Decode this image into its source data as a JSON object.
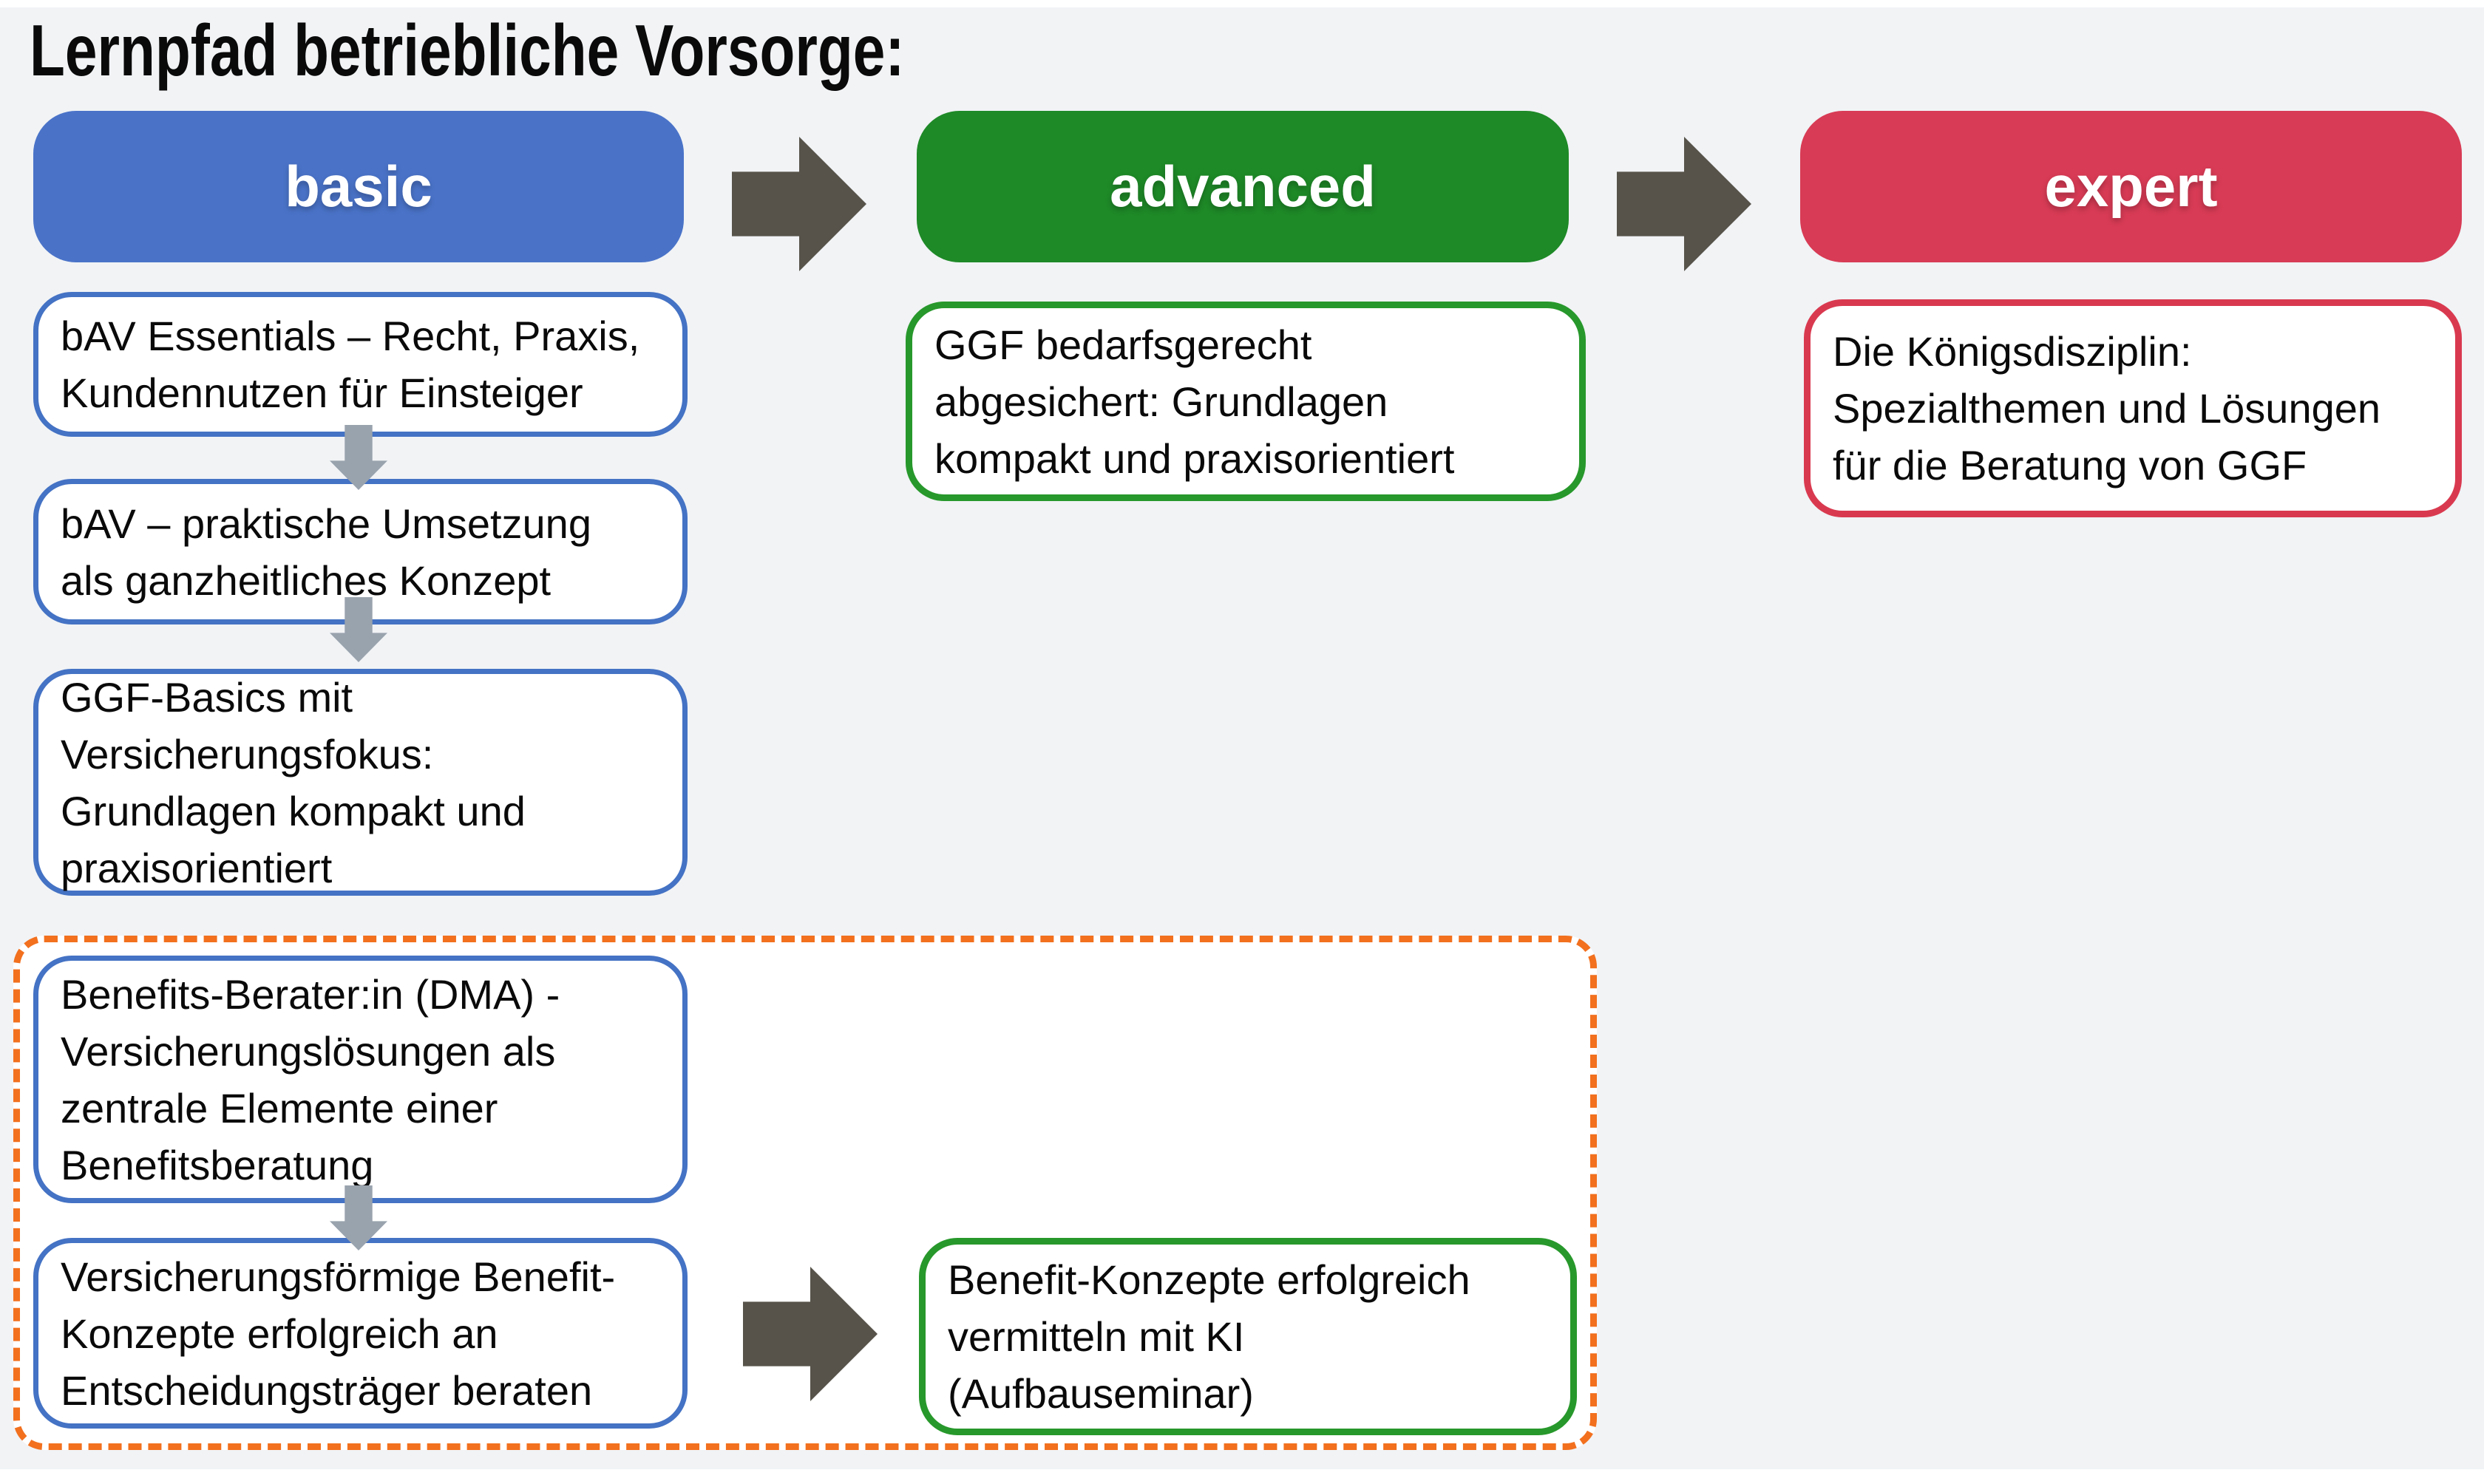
{
  "title": "Lernpfad betriebliche Vorsorge:",
  "levels": [
    {
      "label": "basic",
      "courses": [
        "bAV Essentials – Recht, Praxis,\nKundennutzen für Einsteiger",
        "bAV – praktische Umsetzung\nals ganzheitliches Konzept",
        "GGF-Basics mit\nVersicherungsfokus:\nGrundlagen kompakt und\npraxisorientiert",
        "Benefits-Berater:in (DMA) -\nVersicherungslösungen als\nzentrale Elemente einer\nBenefitsberatung",
        "Versicherungsförmige Benefit-\nKonzepte erfolgreich an\nEntscheidungsträger beraten"
      ]
    },
    {
      "label": "advanced",
      "courses": [
        "GGF bedarfsgerecht\nabgesichert: Grundlagen\nkompakt und praxisorientiert",
        "Benefit-Konzepte erfolgreich\nvermitteln mit KI\n(Aufbauseminar)"
      ]
    },
    {
      "label": "expert",
      "courses": [
        "Die Königsdisziplin:\nSpezialthemen und Lösungen\nfür die Beratung von GGF"
      ]
    }
  ],
  "colors": {
    "basic_fill": "#4A73C8",
    "basic_border": "#4472C4",
    "advanced_fill": "#1E8927",
    "advanced_border": "#27982B",
    "expert_fill": "#D83B55",
    "expert_border": "#D9394F",
    "flow_arrow": "#57534A",
    "step_arrow": "#99A3AE",
    "highlight_dash": "#F2701E",
    "background": "#F1F3F5",
    "text": "#0A0A0A",
    "box_bg": "#FFFFFF"
  }
}
